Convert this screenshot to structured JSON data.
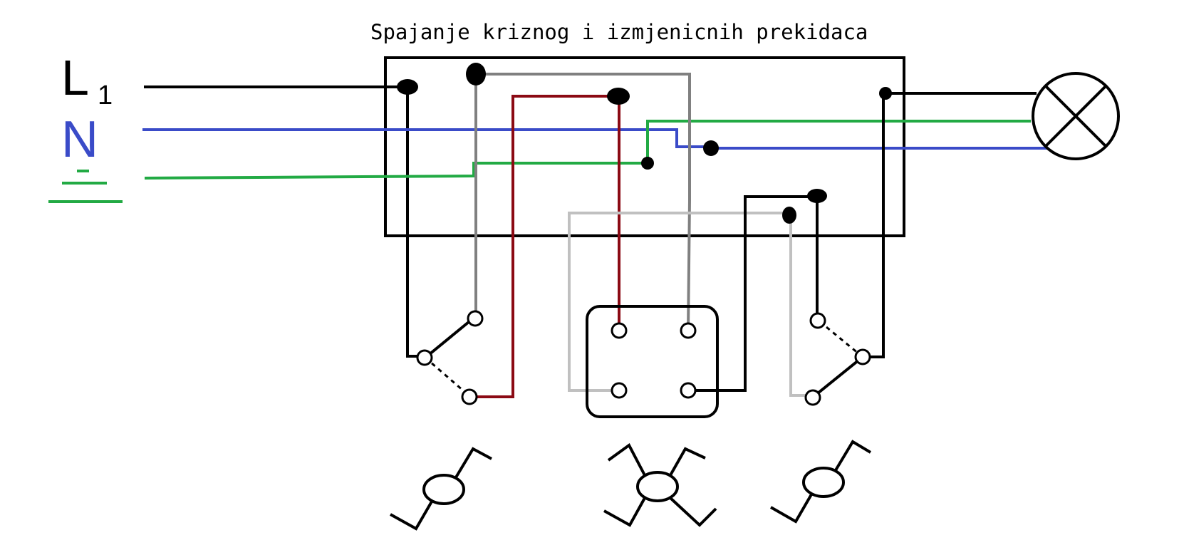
{
  "title": "Spajanje kriznog i izmjenicnih prekidaca",
  "labels": {
    "line_main": "L",
    "line_sub": "1",
    "neutral": "N"
  },
  "wire_colors": {
    "phase": "#000000",
    "neutral": "#3a4bc8",
    "earth": "#22aa44",
    "traveler_gray": "#808080",
    "traveler_light_gray": "#c0c0c0",
    "traveler_red": "#8b0a14"
  },
  "symbols": {
    "earth": "earth-ground-icon",
    "lamp": "lamp-icon",
    "junction_box": "junction-box",
    "two_way_switch_left": "two-way-switch-icon",
    "intermediate_switch": "cross-switch-icon",
    "two_way_switch_right": "two-way-switch-icon"
  }
}
